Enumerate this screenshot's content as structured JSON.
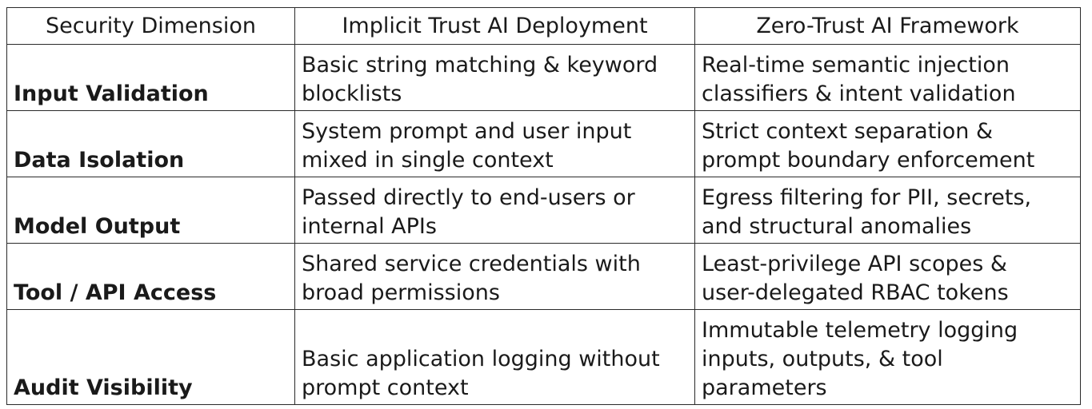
{
  "table": {
    "headers": [
      "Security Dimension",
      "Implicit Trust AI Deployment",
      "Zero-Trust AI Framework"
    ],
    "rows": [
      {
        "dimension": "Input Validation",
        "implicit": [
          "Basic string matching & keyword",
          "blocklists"
        ],
        "zero_trust": [
          "Real-time semantic injection",
          "classifiers & intent validation"
        ]
      },
      {
        "dimension": "Data Isolation",
        "implicit": [
          "System prompt and user input",
          "mixed in single context"
        ],
        "zero_trust": [
          "Strict context separation &",
          "prompt boundary enforcement"
        ]
      },
      {
        "dimension": "Model Output",
        "implicit": [
          "Passed directly to end-users or",
          "internal APIs"
        ],
        "zero_trust": [
          "Egress filtering for PII, secrets,",
          "and structural anomalies"
        ]
      },
      {
        "dimension": "Tool / API Access",
        "implicit": [
          "Shared service credentials with",
          "broad permissions"
        ],
        "zero_trust": [
          "Least-privilege API scopes &",
          "user-delegated RBAC tokens"
        ]
      },
      {
        "dimension": "Audit Visibility",
        "implicit": [
          "Basic application logging without",
          "prompt context"
        ],
        "zero_trust": [
          "Immutable telemetry logging",
          "inputs, outputs, & tool",
          "parameters"
        ]
      }
    ]
  }
}
